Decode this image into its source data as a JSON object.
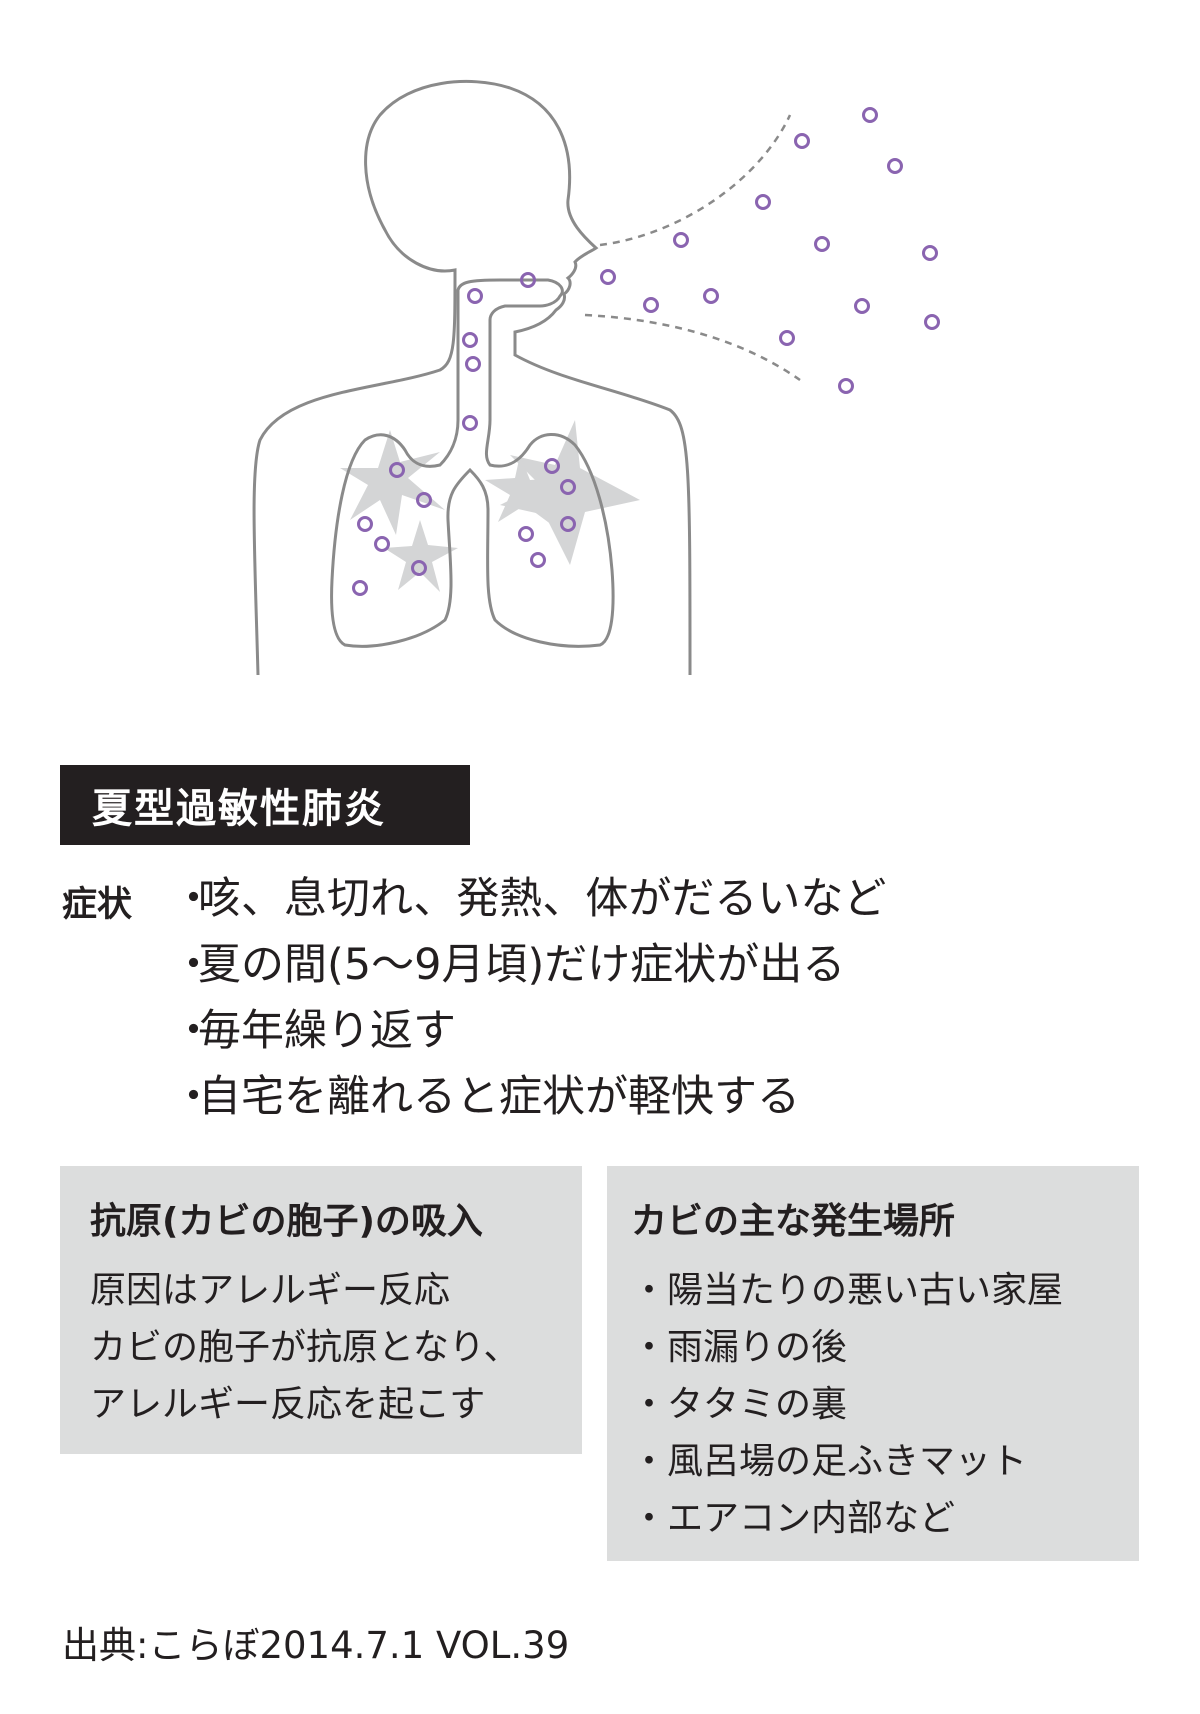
{
  "figure": {
    "description_icons": [
      "head-outline-icon",
      "lungs-icon",
      "spore-particle-icon",
      "mold-spread-icon"
    ],
    "colors": {
      "outline": "#8a8a8a",
      "spore": "#8a64b0",
      "mold": "#d4d5d6"
    }
  },
  "title": "夏型過敏性肺炎",
  "symptoms": {
    "label": "症状",
    "items": [
      "咳、息切れ、発熱、体がだるいなど",
      "夏の間(5〜9月頃)だけ症状が出る",
      "毎年繰り返す",
      "自宅を離れると症状が軽快する"
    ],
    "bullet": "・"
  },
  "antigen_box": {
    "title": "抗原(カビの胞子)の吸入",
    "lines": [
      "原因はアレルギー反応",
      "カビの胞子が抗原となり、",
      "アレルギー反応を起こす"
    ]
  },
  "places_box": {
    "title": "カビの主な発生場所",
    "items": [
      "陽当たりの悪い古い家屋",
      "雨漏りの後",
      "タタミの裏",
      "風呂場の足ふきマット",
      "エアコン内部など"
    ],
    "bullet": "・"
  },
  "source": "出典:こらぼ2014.7.1 VOL.39"
}
